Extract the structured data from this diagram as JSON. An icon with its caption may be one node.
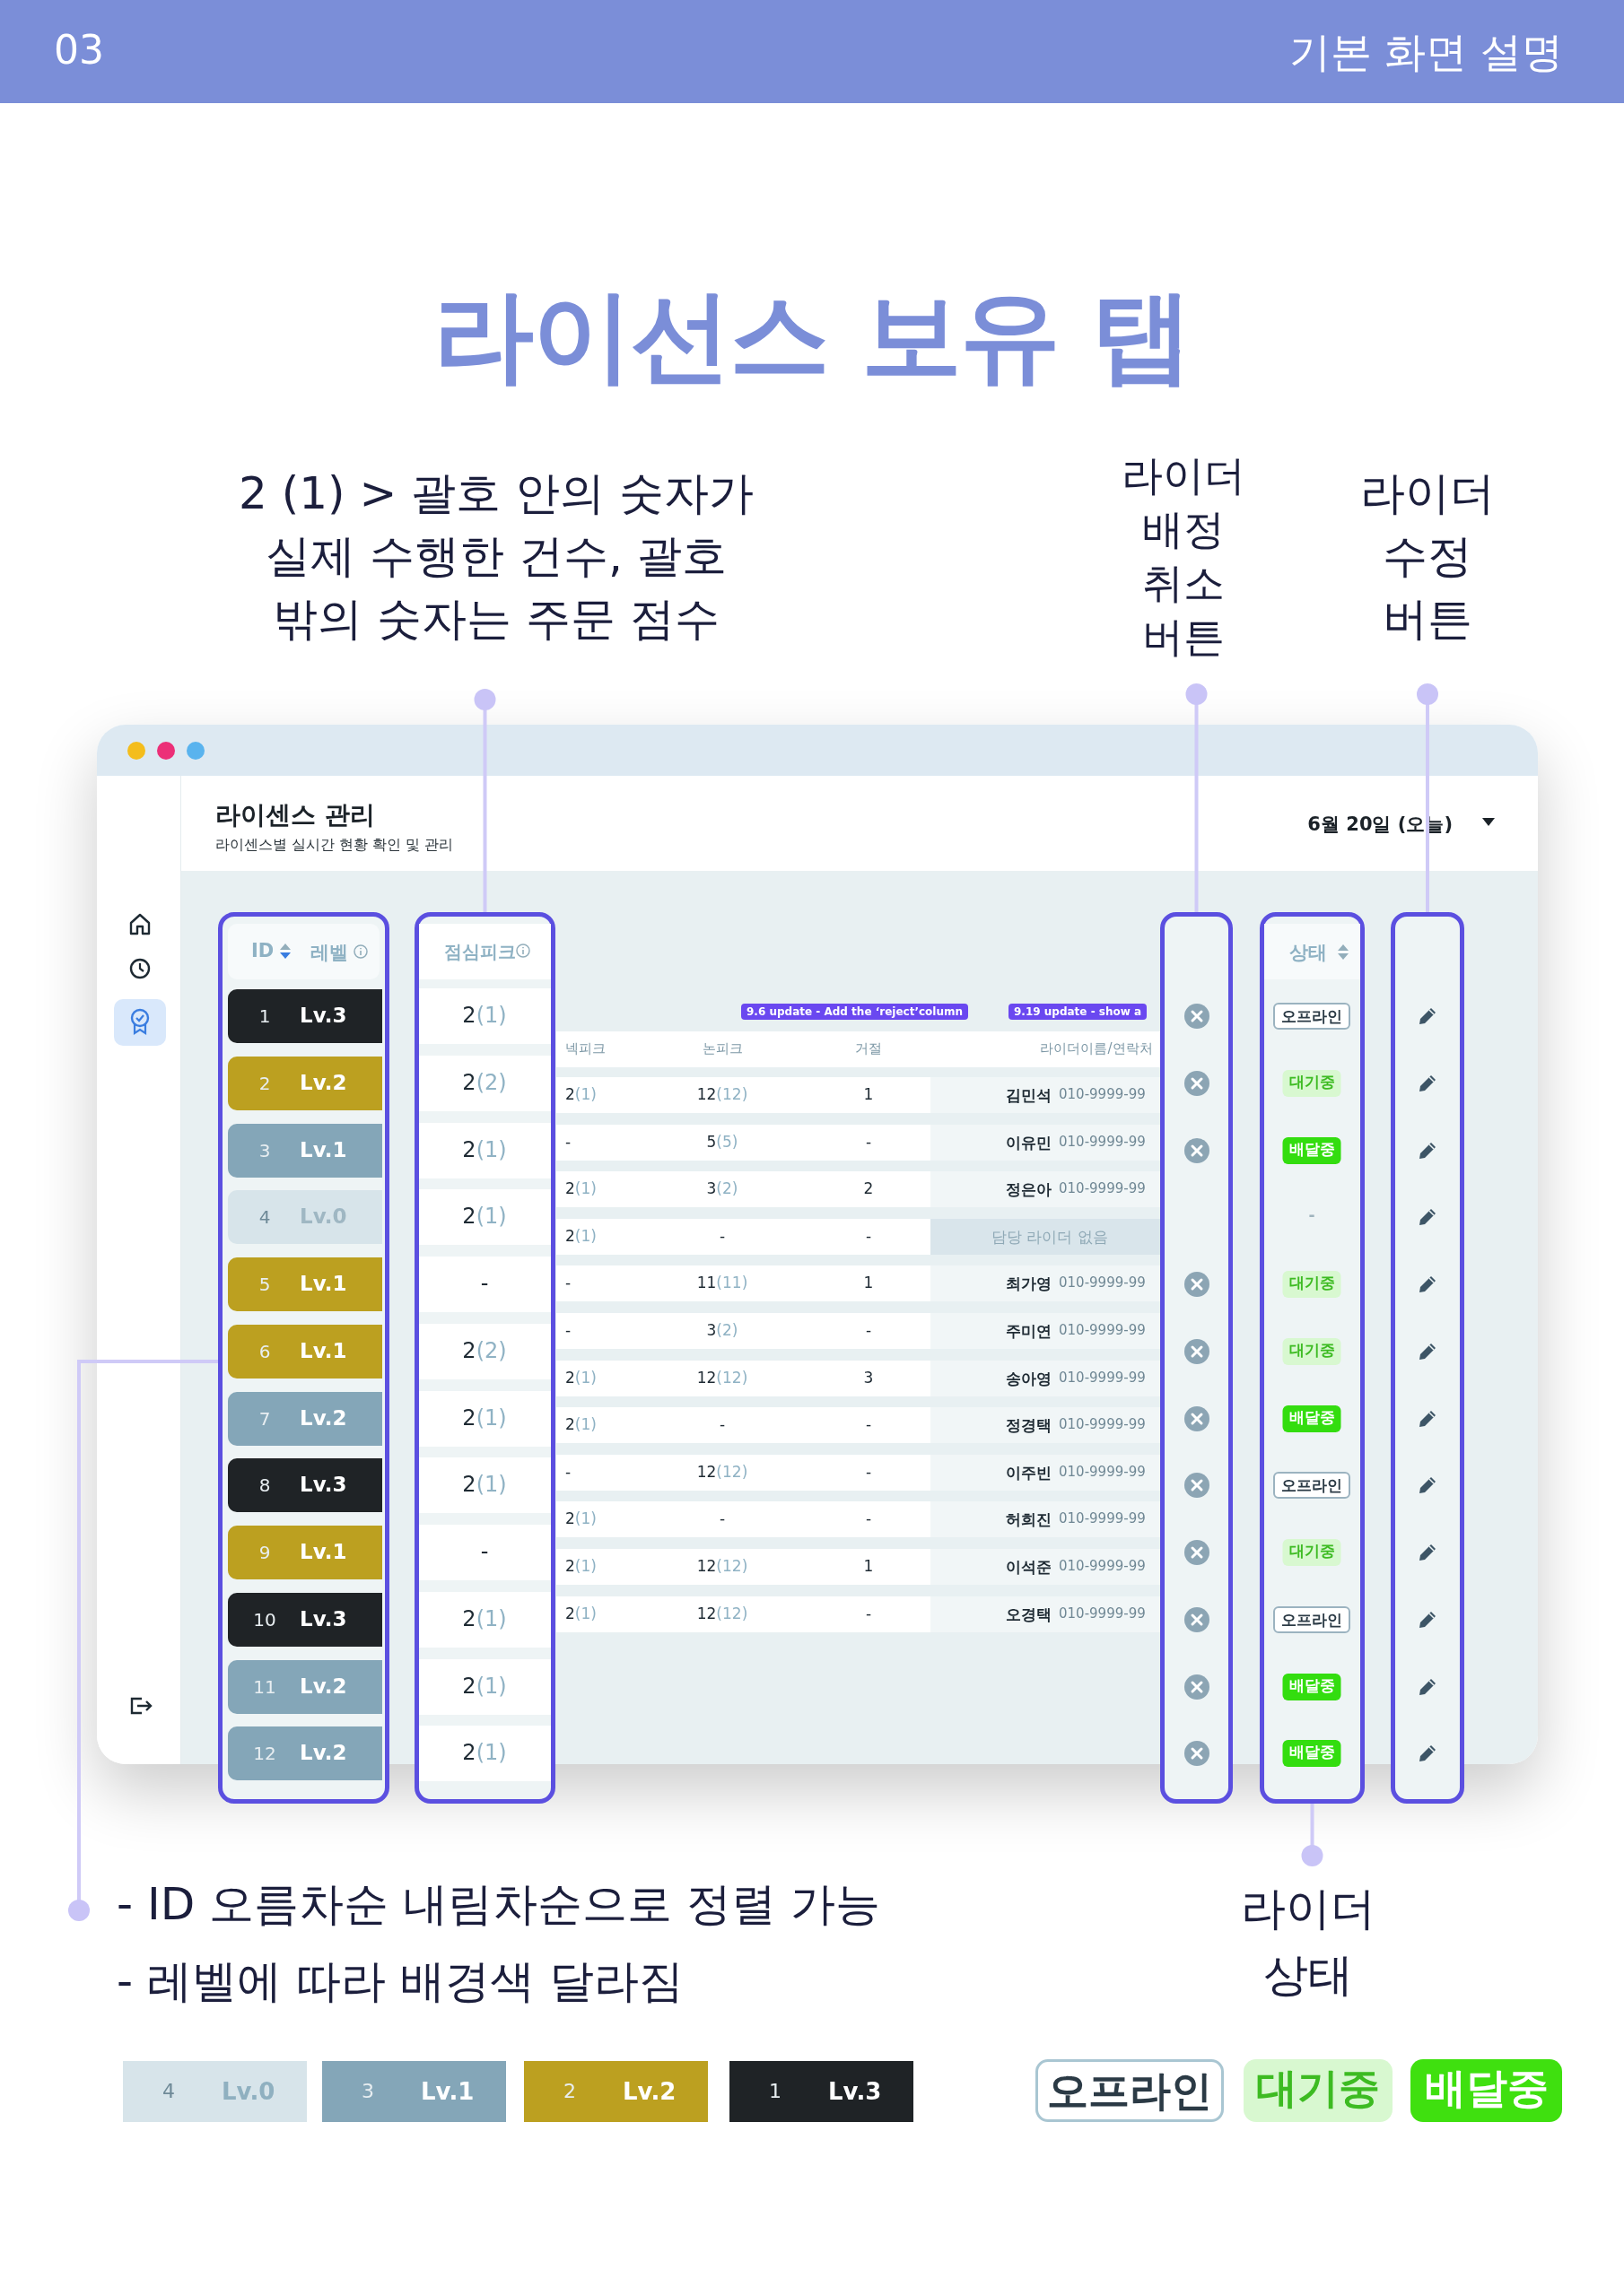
{
  "diagram": {
    "title": "라이선스 보유 탭",
    "nodes": [
      {
        "text": [
          "2 (1) > 괄호 안의 숫자가 실제 수행한 건수, 괄호 밖의 숫자는 주문 점수"
        ]
      },
      {
        "text": [
          "라이더 배정 취소 버튼"
        ]
      },
      {
        "text": [
          "라이더 수정 버튼"
        ]
      },
      {
        "text": [
          "ID",
          "레벨",
          "1",
          "Lv.3",
          "2",
          "Lv.2",
          "3",
          "Lv.1",
          "4",
          "Lv.0",
          "5",
          "Lv.1",
          "6",
          "Lv.1",
          "7",
          "Lv.2",
          "8",
          "Lv.3",
          "9",
          "Lv.1",
          "10",
          "Lv.3",
          "11",
          "Lv.2",
          "12",
          "Lv.2"
        ]
      },
      {
        "text": [
          "점심피크",
          "2(1)",
          "2(2)",
          "2(1)",
          "2(1)",
          "-",
          "2(2)",
          "2(1)",
          "2(1)",
          "-",
          "2(1)",
          "2(1)",
          "2(1)"
        ]
      },
      {
        "text": [],
        "shape": "box"
      },
      {
        "text": [
          "상태",
          "오프라인",
          "대기중",
          "배달중",
          "-",
          "대기중",
          "대기중",
          "배달중",
          "오프라인",
          "대기중",
          "오프라인",
          "배달중",
          "배달중"
        ]
      },
      {
        "text": [],
        "shape": "box"
      },
      {
        "text": [
          "- ID 오름차순 내림차순으로 정렬 가능",
          "- 레벨에 따라 배경색 달라짐"
        ]
      },
      {
        "text": [
          "라이더 상태"
        ]
      }
    ],
    "edges": [
      {
        "from": 0,
        "to": 4,
        "arrow": "other"
      },
      {
        "from": 1,
        "to": 5,
        "arrow": "other"
      },
      {
        "from": 2,
        "to": 7,
        "arrow": "other"
      },
      {
        "from": 8,
        "to": 3,
        "arrow": "other"
      },
      {
        "from": 9,
        "to": 6,
        "arrow": "other"
      }
    ],
    "labels": [
      "03",
      "기본 화면 설명",
      "라이센스 관리",
      "라이센스별 실시간 현황 확인 및 관리",
      "6월 20일 (오늘)",
      "9.6 update - Add the ‘reject’column",
      "9.19 update - show a",
      "넥피크",
      "논피크",
      "거절",
      "라이더이름/연락처",
      "2(1)",
      "12(12)",
      "1",
      "김민석",
      "010-9999-99",
      "-",
      "5(5)",
      "-",
      "이유민",
      "010-9999-99",
      "2(1)",
      "3(2)",
      "2",
      "정은아",
      "010-9999-99",
      "2(1)",
      "-",
      "-",
      "담당 라이더 없음",
      "-",
      "11(11)",
      "1",
      "최가영",
      "010-9999-99",
      "-",
      "3(2)",
      "-",
      "주미연",
      "010-9999-99",
      "2(1)",
      "12(12)",
      "3",
      "송아영",
      "010-9999-99",
      "2(1)",
      "-",
      "-",
      "정경택",
      "010-9999-99",
      "-",
      "12(12)",
      "-",
      "이주빈",
      "010-9999-99",
      "2(1)",
      "-",
      "-",
      "허희진",
      "010-9999-99",
      "2(1)",
      "12(12)",
      "1",
      "이석준",
      "010-9999-99",
      "2(1)",
      "12(12)",
      "-",
      "오경택",
      "010-9999-99",
      "4",
      "Lv.0",
      "3",
      "Lv.1",
      "2",
      "Lv.2",
      "1",
      "Lv.3",
      "오프라인",
      "대기중",
      "배달중"
    ]
  }
}
